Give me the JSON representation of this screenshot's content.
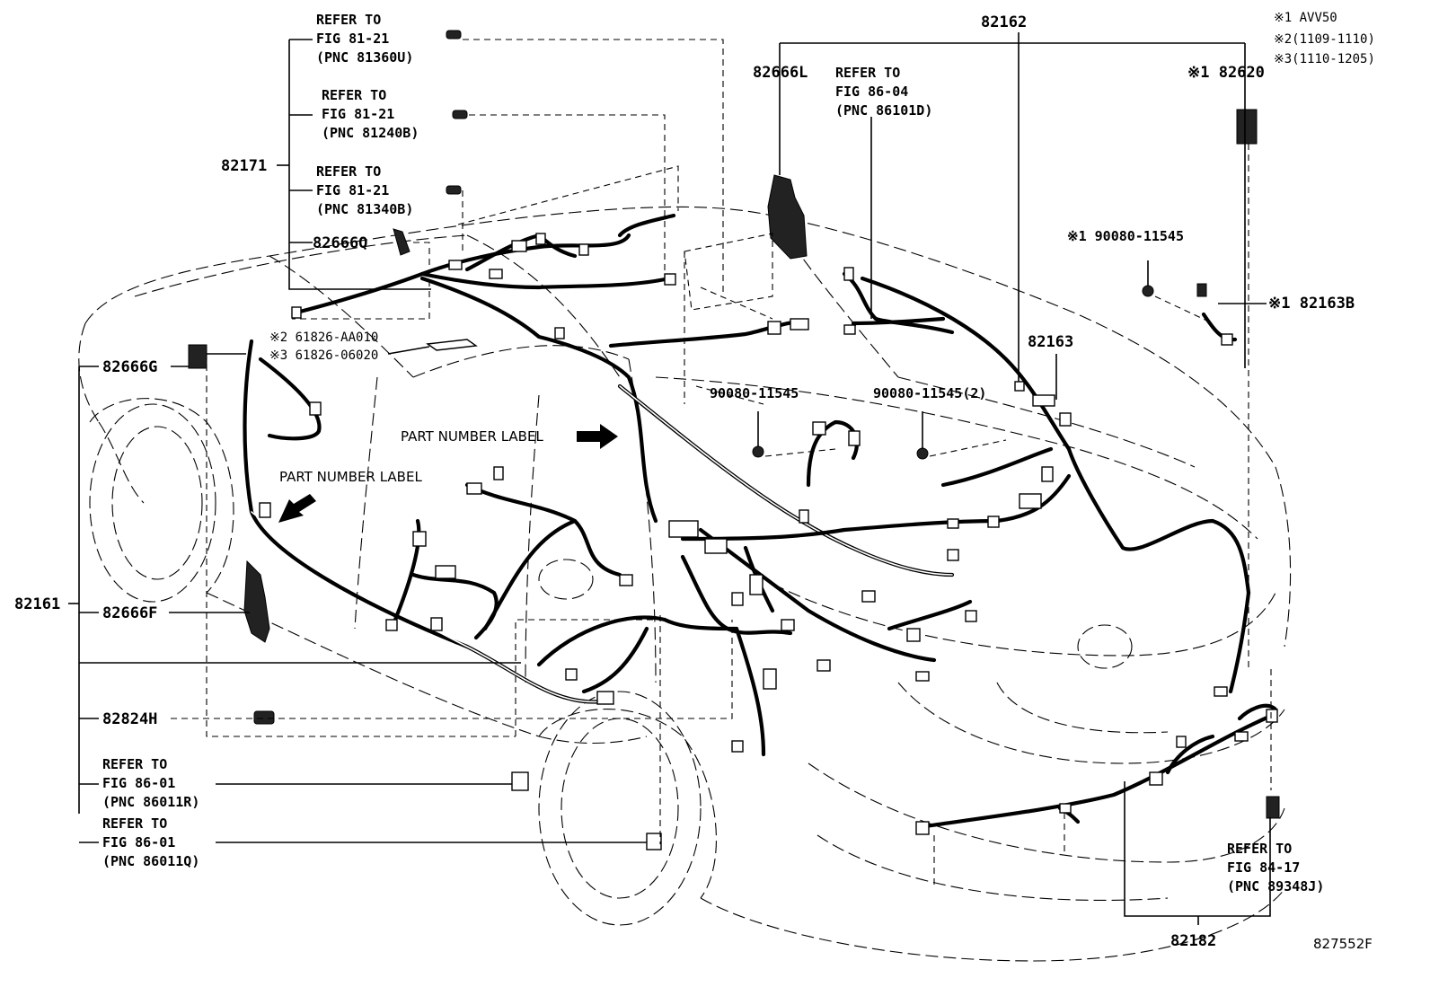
{
  "notes": {
    "n1": "※1 AVV50",
    "n2": "※2(1109-1110)",
    "n3": "※3(1110-1205)"
  },
  "refs": {
    "r1": {
      "a": "REFER TO",
      "b": "FIG 81-21",
      "c": "(PNC 81360U)"
    },
    "r2": {
      "a": "REFER TO",
      "b": "FIG 81-21",
      "c": "(PNC 81240B)"
    },
    "r3": {
      "a": "REFER TO",
      "b": "FIG 81-21",
      "c": "(PNC 81340B)"
    },
    "r4": {
      "a": "REFER TO",
      "b": "FIG 86-04",
      "c": "(PNC 86101D)"
    },
    "r5": {
      "a": "REFER TO",
      "b": "FIG 86-01",
      "c": "(PNC 86011R)"
    },
    "r6": {
      "a": "REFER TO",
      "b": "FIG 86-01",
      "c": "(PNC 86011Q)"
    },
    "r7": {
      "a": "REFER TO",
      "b": "FIG 84-17",
      "c": "(PNC 89348J)"
    }
  },
  "parts": {
    "p82171": "82171",
    "p82666Q": "82666Q",
    "p82666G": "82666G",
    "p82161": "82161",
    "p82666F": "82666F",
    "p82824H": "82824H",
    "p82162": "82162",
    "p82666L": "82666L",
    "p82620": "※1 82620",
    "p90080a": "※1 90080-11545",
    "p82163B": "※1 82163B",
    "p82163": "82163",
    "p90080b": "90080-11545",
    "p90080c": "90080-11545(2)",
    "p61826a": "※2 61826-AA010",
    "p61826b": "※3 61826-06020",
    "p82182": "82182"
  },
  "labels": {
    "pnl1": "PART NUMBER LABEL",
    "pnl2": "PART NUMBER LABEL"
  },
  "code": "827552F"
}
